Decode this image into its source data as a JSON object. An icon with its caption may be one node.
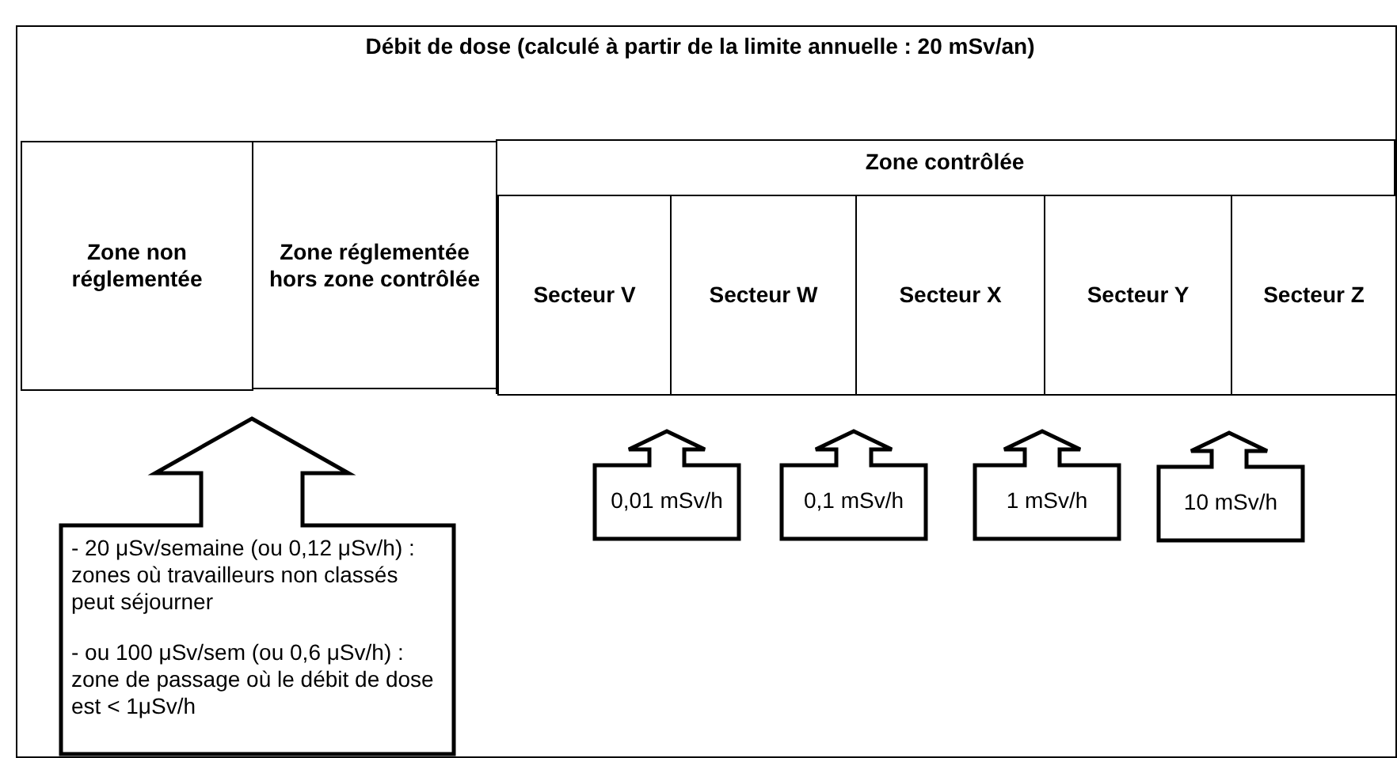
{
  "diagram": {
    "nodes": [
      {
        "text": [
          "Débit de dose (calculé à partir de la limite annuelle : 20 mSv/an)"
        ]
      },
      {
        "text": [
          "Zone non réglementée"
        ],
        "in": 0
      },
      {
        "text": [
          "Zone réglementée hors zone contrôlée"
        ],
        "in": 0
      },
      {
        "text": [
          "Zone contrôlée"
        ],
        "in": 0
      },
      {
        "text": [
          "Secteur V"
        ],
        "in": 3
      },
      {
        "text": [
          "Secteur W"
        ],
        "in": 3
      },
      {
        "text": [
          "Secteur X"
        ],
        "in": 3
      },
      {
        "text": [
          "Secteur Y"
        ],
        "in": 3
      },
      {
        "text": [
          "Secteur Z"
        ],
        "in": 3
      },
      {
        "text": [
          "- 20 μSv/semaine (ou 0,12 μSv/h) : zones où travailleurs non classés peut séjourner",
          "- ou 100 μSv/sem (ou 0,6 μSv/h) : zone de passage où le débit de dose est < 1μSv/h"
        ],
        "in": 0
      },
      {
        "text": [
          "0,01 mSv/h"
        ],
        "in": 0
      },
      {
        "text": [
          "0,1 mSv/h"
        ],
        "in": 0
      },
      {
        "text": [
          "1 mSv/h"
        ],
        "in": 0
      },
      {
        "text": [
          "10 mSv/h"
        ],
        "in": 0
      }
    ]
  }
}
